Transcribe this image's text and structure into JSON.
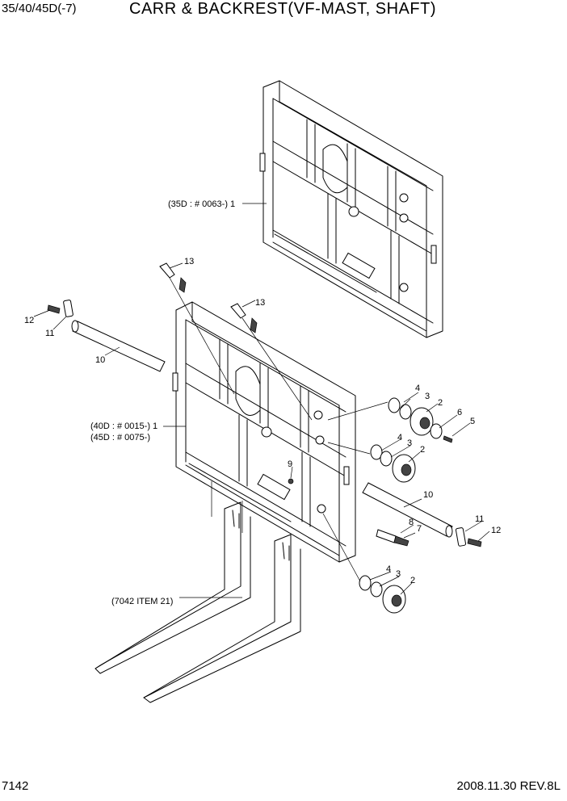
{
  "header": {
    "model": "35/40/45D(-7)",
    "title": "CARR & BACKREST(VF-MAST, SHAFT)"
  },
  "footer": {
    "page_number": "7142",
    "revision": "2008.11.30  REV.8L"
  },
  "labels": {
    "backrest_35d": "(35D : # 0063-) 1",
    "carriage_40d": "(40D : # 0015-) 1",
    "carriage_45d": "(45D : # 0075-)",
    "fork_ref": "(7042 ITEM 21)",
    "n13a": "13",
    "n13b": "13",
    "n12a": "12",
    "n11a": "11",
    "n10a": "10",
    "n4a": "4",
    "n3a": "3",
    "n2a": "2",
    "n6": "6",
    "n5": "5",
    "n4b": "4",
    "n3b": "3",
    "n2b": "2",
    "n9": "9",
    "n10b": "10",
    "n11b": "11",
    "n12b": "12",
    "n8": "8",
    "n7": "7",
    "n4c": "4",
    "n3c": "3",
    "n2c": "2"
  }
}
